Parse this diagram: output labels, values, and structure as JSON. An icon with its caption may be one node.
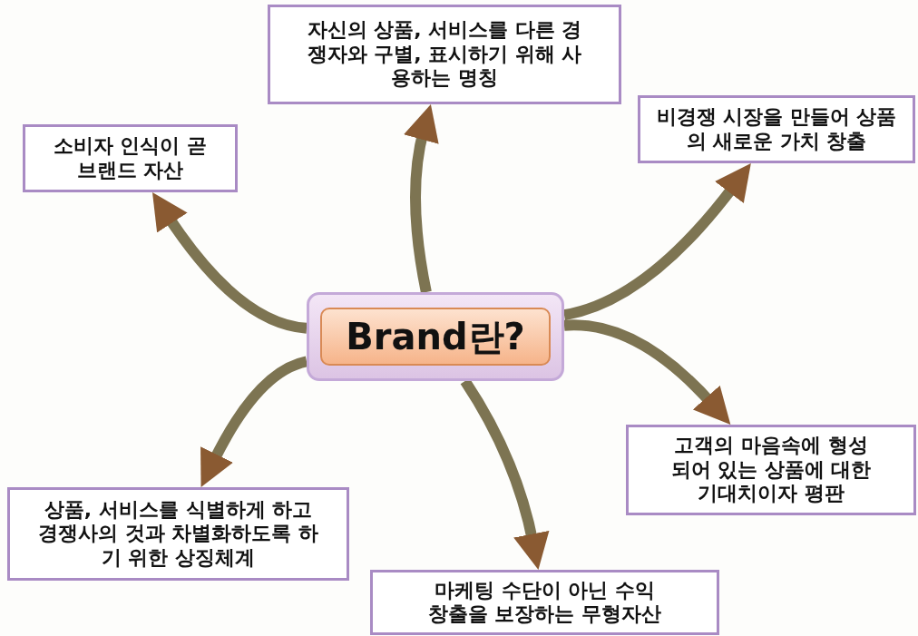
{
  "diagram": {
    "nodes": [
      {
        "text": [
          "Brand란?"
        ]
      },
      {
        "text": [
          "소비자 인식이 곧 브랜드 자산"
        ]
      },
      {
        "text": [
          "자신의 상품, 서비스를 다른 경쟁자와 구별, 표시하기 위해 사용하는 명칭"
        ]
      },
      {
        "text": [
          "비경쟁 시장을 만들어 상품의 새로운 가치 창출"
        ]
      },
      {
        "text": [
          "고객의 마음속에 형성되어 있는 상품에 대한 기대치이자 평판"
        ]
      },
      {
        "text": [
          "마케팅 수단이 아닌 수익창출을 보장하는 무형자산"
        ]
      },
      {
        "text": [
          "상품, 서비스를 식별하게 하고 경쟁사의 것과 차별화하도록 하기 위한 상징체계"
        ]
      }
    ],
    "edges": [
      {
        "from": 0,
        "to": 1,
        "arrow": "to"
      },
      {
        "from": 0,
        "to": 2,
        "arrow": "to"
      },
      {
        "from": 0,
        "to": 3,
        "arrow": "to"
      },
      {
        "from": 0,
        "to": 4,
        "arrow": "to"
      },
      {
        "from": 0,
        "to": 5,
        "arrow": "to"
      },
      {
        "from": 0,
        "to": 6,
        "arrow": "to"
      }
    ]
  }
}
